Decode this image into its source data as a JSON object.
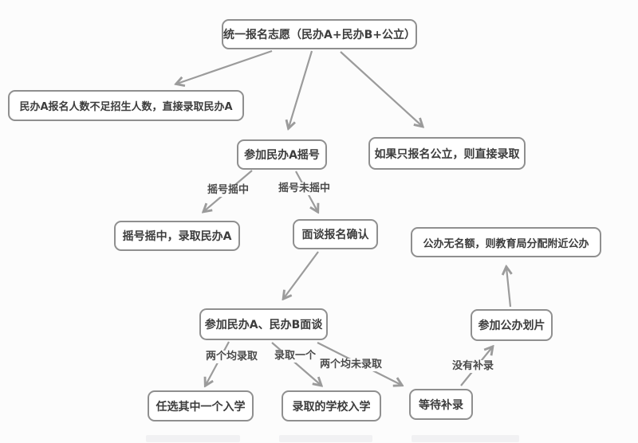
{
  "nodes": {
    "unified": {
      "label": "统一报名志愿（民办A+民办B+公立）"
    },
    "undersubscribed": {
      "label": "民办A报名人数不足招生人数，直接录取民办A"
    },
    "lottery": {
      "label": "参加民办A摇号"
    },
    "public_only": {
      "label": "如果只报名公立，则直接录取"
    },
    "lottery_won": {
      "label": "摇号摇中，录取民办A"
    },
    "interview_confirm": {
      "label": "面谈报名确认"
    },
    "no_public_quota": {
      "label": "公办无名额，则教育局分配附近公办"
    },
    "interview_ab": {
      "label": "参加民办A、民办B面谈"
    },
    "public_zoning": {
      "label": "参加公办划片"
    },
    "choose_one": {
      "label": "任选其中一个入学"
    },
    "admitted_school": {
      "label": "录取的学校入学"
    },
    "wait_makeup": {
      "label": "等待补录"
    }
  },
  "edge_labels": {
    "lottery_hit": "摇号摇中",
    "lottery_miss": "摇号未摇中",
    "both_admitted": "两个均录取",
    "one_admitted": "录取一个",
    "none_admitted": "两个均未录取",
    "no_makeup": "没有补录"
  },
  "colors": {
    "line": "#9b9b9b",
    "box_border": "#8f8f8f",
    "text": "#3c3c3c",
    "background": "#fcfcfc"
  }
}
